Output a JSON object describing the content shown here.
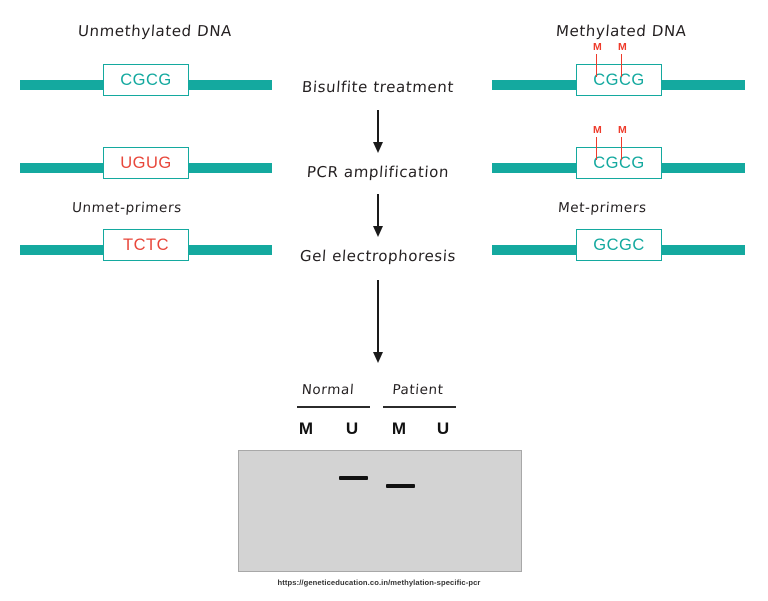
{
  "figure": {
    "title_left": "Unmethylated DNA",
    "title_right": "Methylated DNA",
    "footer_url": "https://geneticeducation.co.in/methylation-specific-pcr",
    "colors": {
      "dna_teal": "#14a99f",
      "mutation_red": "#e8473b",
      "methyl_red": "#ee3b2b",
      "gel_fill": "#d3d3d3",
      "gel_border": "#a8a8a8",
      "ink": "#231f20"
    }
  },
  "left_column": {
    "heading": "Unmethylated DNA",
    "primer_label": "Unmet-primers",
    "rows": [
      {
        "sequence": "CGCG",
        "color": "teal",
        "methyl_marks": []
      },
      {
        "sequence": "UGUG",
        "color": "red",
        "methyl_marks": []
      },
      {
        "sequence": "TCTC",
        "color": "red",
        "methyl_marks": []
      }
    ]
  },
  "right_column": {
    "heading": "Methylated DNA",
    "primer_label": "Met-primers",
    "rows": [
      {
        "sequence": "CGCG",
        "color": "teal",
        "methyl_marks": [
          "M",
          "M"
        ]
      },
      {
        "sequence": "CGCG",
        "color": "teal",
        "methyl_marks": [
          "M",
          "M"
        ]
      },
      {
        "sequence": "GCGC",
        "color": "teal",
        "methyl_marks": []
      }
    ]
  },
  "pipeline": {
    "steps": [
      "Bisulfite treatment",
      "PCR amplification",
      "Gel electrophoresis"
    ]
  },
  "gel": {
    "groups": [
      {
        "name": "Normal",
        "lanes": [
          "M",
          "U"
        ]
      },
      {
        "name": "Patient",
        "lanes": [
          "M",
          "U"
        ]
      }
    ],
    "bands": [
      {
        "group": "Normal",
        "lane": "U"
      },
      {
        "group": "Patient",
        "lane": "M"
      }
    ]
  }
}
